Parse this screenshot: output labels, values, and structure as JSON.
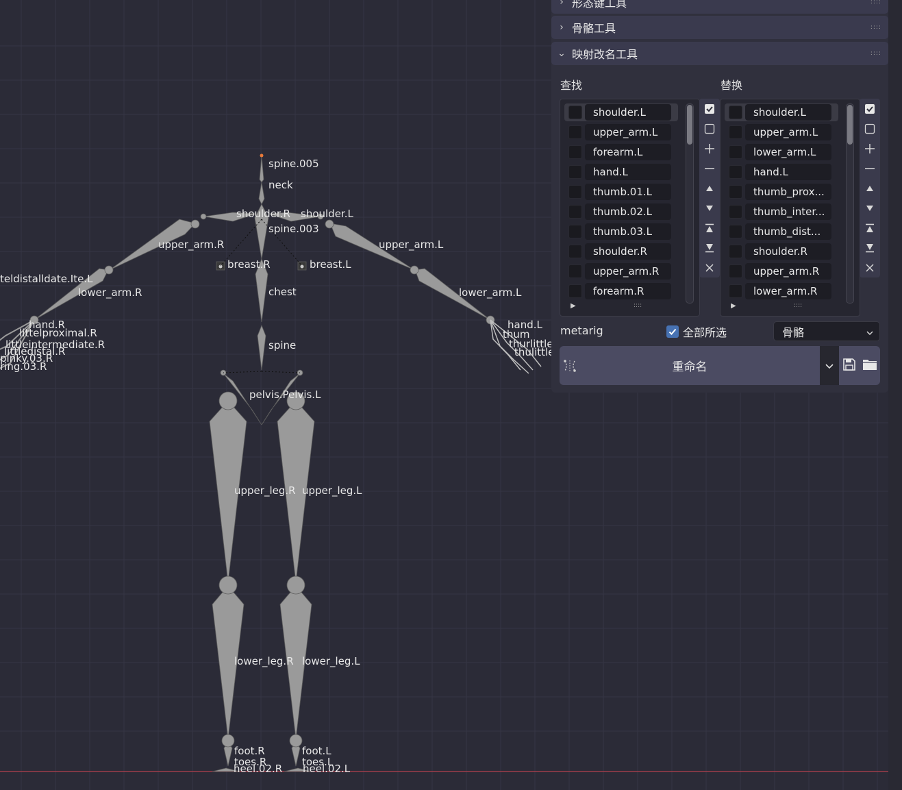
{
  "viewport": {
    "bone_labels": {
      "spine005": "spine.005",
      "neck": "neck",
      "shoulder_r": "shoulder.R",
      "shoulder_l": "shoulder.L",
      "spine003": "spine.003",
      "upper_arm_r": "upper_arm.R",
      "upper_arm_l": "upper_arm.L",
      "breast_r": "breast.R",
      "breast_l": "breast.L",
      "lower_arm_r": "lower_arm.R",
      "lower_arm_l": "lower_arm.L",
      "chest": "chest",
      "spine": "spine",
      "pelvis": "pelvis.Pelvis.L",
      "upper_leg_r": "upper_leg.R",
      "upper_leg_l": "upper_leg.L",
      "lower_leg_r": "lower_leg.R",
      "lower_leg_l": "lower_leg.L",
      "foot_r": "foot.R",
      "foot_l": "foot.L",
      "toes_r": "toes.R",
      "toes_l": "toes.L",
      "heel_r": "heel.02.R",
      "heel_l": "heel.02.L",
      "r_clutter_1": "teldistalldate.Ite.L",
      "r_clutter_2": "hand.R",
      "r_clutter_3": "littelproximal.R",
      "r_clutter_4": "littleintermediate.R",
      "r_clutter_5": "littledistal.R",
      "r_clutter_6": "pinky.03.R",
      "r_clutter_7": "ring.03.R",
      "l_clutter_1": "hand.L",
      "l_clutter_2": "thum",
      "l_clutter_3": "thurlittle",
      "l_clutter_4": "thulittle"
    }
  },
  "panel": {
    "sections": {
      "shape_key_tools": "形态键工具",
      "bone_tools": "骨骼工具",
      "mapping_rename": "映射改名工具"
    },
    "find_label": "查找",
    "replace_label": "替换",
    "find_items": [
      "shoulder.L",
      "upper_arm.L",
      "forearm.L",
      "hand.L",
      "thumb.01.L",
      "thumb.02.L",
      "thumb.03.L",
      "shoulder.R",
      "upper_arm.R",
      "forearm.R"
    ],
    "replace_items": [
      "shoulder.L",
      "upper_arm.L",
      "lower_arm.L",
      "hand.L",
      "thumb_prox...",
      "thumb_inter...",
      "thumb_dist...",
      "shoulder.R",
      "upper_arm.R",
      "lower_arm.R"
    ],
    "armature_name": "metarig",
    "select_all_label": "全部所选",
    "select_all_checked": true,
    "mode_value": "骨骼",
    "rename_button": "重命名"
  },
  "colors": {
    "background": "#2b2b37",
    "bone": "#9a9a9a",
    "grid": "#363644",
    "panel": "#30303d",
    "header": "#3a3a4e",
    "accent_button": "#4b4b62",
    "x_axis": "#b2404e"
  }
}
